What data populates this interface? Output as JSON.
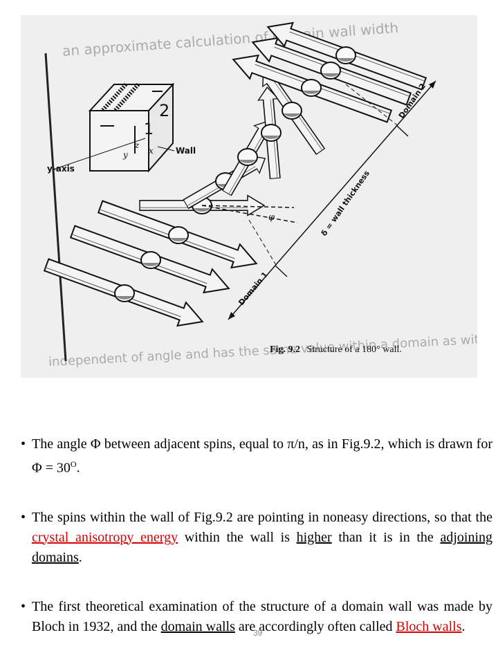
{
  "figure": {
    "label_domain1": "Domain 1",
    "label_domain2": "Domain 2",
    "label_wall_thickness": "δ = wall thickness",
    "label_wall": "Wall",
    "label_yaxis": "y-axis",
    "label_cube_1": "1",
    "label_cube_2": "2",
    "label_z": "z",
    "label_x": "x",
    "label_y": "y",
    "label_phi": "φ",
    "caption_fig": "Fig. 9.2",
    "caption_text": "Structure of a 180° wall.",
    "handwriting_top": "an approximate calculation of domain wall width",
    "handwriting_bottom": "independent of angle and has the same value within a domain as within a wall"
  },
  "bullets": [
    {
      "t1": "The angle Φ between adjacent spins, equal to π/n, as in Fig.9.2, which is drawn for Φ = 30",
      "sup": "O",
      "t2": "."
    },
    {
      "t1": "The spins within the wall of Fig.9.2 are pointing in noneasy directions, so that the ",
      "u1": "crystal anisotropy energy",
      "t2": " within the wall is ",
      "u2": "higher",
      "t3": " than it is in the ",
      "u3": "adjoining domains",
      "t4": "."
    },
    {
      "t1": "The first theoretical examination of the structure of a domain wall was made by Bloch in 1932, and the ",
      "u1": "domain walls",
      "t2": " are accordingly often called ",
      "u2": "Bloch walls",
      "t3": "."
    }
  ],
  "page_number": "39",
  "bullet_symbol": "•"
}
